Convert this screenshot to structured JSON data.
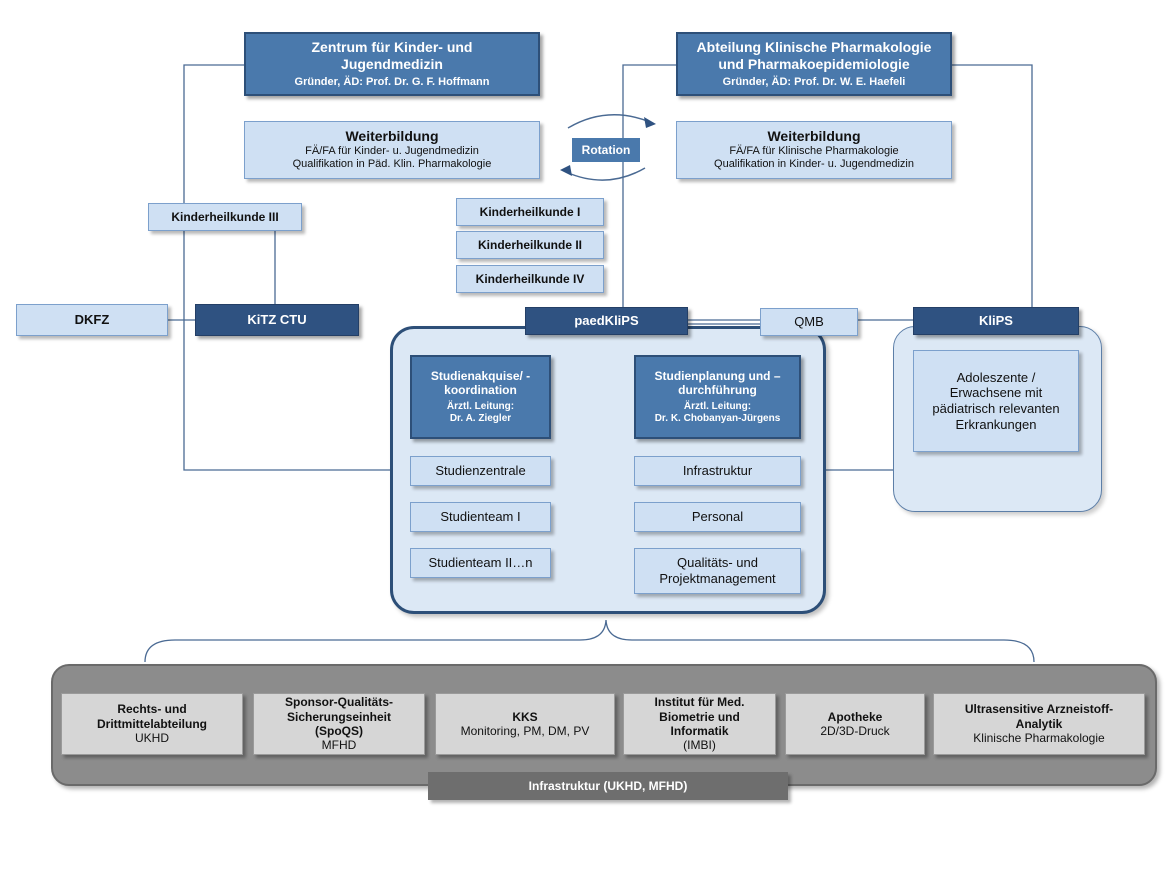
{
  "top_left": {
    "title": "Zentrum für Kinder- und Jugendmedizin",
    "founder": "Gründer, ÄD: Prof. Dr. G. F. Hoffmann"
  },
  "top_right": {
    "title": "Abteilung Klinische Pharmakologie und Pharmakoepidemiologie",
    "founder": "Gründer, ÄD: Prof. Dr. W. E. Haefeli"
  },
  "training_left": {
    "title": "Weiterbildung",
    "line1": "FÄ/FA für Kinder- u. Jugendmedizin",
    "line2": "Qualifikation in Päd. Klin. Pharmakologie"
  },
  "training_right": {
    "title": "Weiterbildung",
    "line1": "FÄ/FA für Klinische Pharmakologie",
    "line2": "Qualifikation in Kinder- u. Jugendmedizin"
  },
  "rotation": "Rotation",
  "kinderheilkunde": {
    "k3": "Kinderheilkunde III",
    "k1": "Kinderheilkunde I",
    "k2": "Kinderheilkunde II",
    "k4": "Kinderheilkunde IV"
  },
  "dkfz": "DKFZ",
  "kitz": "KiTZ CTU",
  "paedklips": "paedKliPS",
  "qmb": "QMB",
  "klips": "KliPS",
  "klips_text": "Adoleszente / Erwachsene mit pädiatrisch relevanten Erkrankungen",
  "left_unit": {
    "title": "Studienakquise/ -koordination",
    "lead_label": "Ärztl. Leitung:",
    "lead_name": "Dr. A. Ziegler",
    "items": [
      "Studienzentrale",
      "Studienteam I",
      "Studienteam II…n"
    ]
  },
  "right_unit": {
    "title": "Studienplanung und –durchführung",
    "lead_label": "Ärztl. Leitung:",
    "lead_name": "Dr. K. Chobanyan-Jürgens",
    "items": [
      "Infrastruktur",
      "Personal",
      "Qualitäts- und Projektmanagement"
    ]
  },
  "infra_units": [
    {
      "bold": "Rechts- und Drittmittelabteilung",
      "normal": "UKHD"
    },
    {
      "bold": "Sponsor-Qualitäts-Sicherungseinheit (SpoQS)",
      "normal": "MFHD"
    },
    {
      "bold": "KKS",
      "normal": "Monitoring, PM, DM, PV"
    },
    {
      "bold": "Institut für Med. Biometrie und Informatik",
      "normal": "(IMBI)"
    },
    {
      "bold": "Apotheke",
      "normal": "2D/3D-Druck"
    },
    {
      "bold": "Ultrasensitive Arzneistoff-Analytik",
      "normal": "Klinische Pharmakologie"
    }
  ],
  "infra_label": "Infrastruktur (UKHD, MFHD)",
  "colors": {
    "dark_blue": "#4a79ac",
    "navy": "#2f5281",
    "light_blue": "#cfe0f3",
    "gray_panel": "#8c8c8c",
    "gray_box": "#d6d6d6"
  }
}
